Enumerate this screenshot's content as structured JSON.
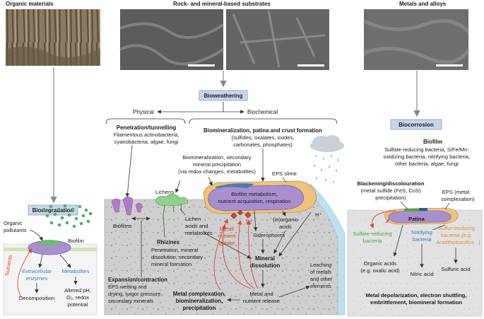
{
  "headers": {
    "organic": "Organic materials",
    "rock": "Rock- and mineral-based substrates",
    "metals": "Metals and alloys"
  },
  "boxes": {
    "bioweathering": "Bioweathering",
    "biodegradation": "Biodegradation",
    "biocorrosion": "Biocorrosion"
  },
  "branches": {
    "physical": "Physical",
    "biochemical": "Biochemical"
  },
  "physical_block": {
    "title": "Penetration/tunnelling",
    "lines": [
      "Filamentous actinobacteria,",
      "cyanobacteria, algae, fungi"
    ]
  },
  "biochem_block": {
    "title": "Biomineralization, patina and crust formation",
    "lines": [
      "(sulfides, oxalates, oxides,",
      "carbonates, phosphates)"
    ]
  },
  "secondary_block": {
    "lines": [
      "Biomineralization, secondary",
      "mineral precipitation",
      "(via redox changes, metabolites)"
    ]
  },
  "organic_panel": {
    "pollutants": [
      "Organic",
      "pollutants"
    ],
    "biofilm": "Biofilm",
    "nutrients": "Nutrients",
    "enzymes": [
      "Extracellular",
      "enzymes"
    ],
    "metabolites": "Metabolites",
    "decomposition": "Decomposition",
    "altered": [
      "Altered pH,",
      "O₂, redox",
      "potential"
    ]
  },
  "rock_panel": {
    "lichens": "Lichens",
    "biofilms": "Biofilms",
    "lichen_acids": [
      "Lichen",
      "acids and",
      "metabolites"
    ],
    "rhizines": "Rhizines",
    "rhizines_desc": [
      "Penetration, mineral",
      "dissolution, secondary",
      "mineral formation"
    ],
    "expansion_title": "Expansion/contraction",
    "expansion_desc": [
      "EPS wetting and",
      "drying, turgor pressure,",
      "secondary minerals"
    ],
    "metabolism": [
      "Biofilm metabolism,",
      "nutrient acquisition, respiration"
    ],
    "eps_slime": "EPS slime",
    "metal_uptake": [
      "Metal/",
      "nutrient",
      "uptake"
    ],
    "fe": "Fe",
    "siderophores": "Siderophores",
    "inorganic_acids": [
      "(in)organic",
      "acids"
    ],
    "h_plus": "H⁺",
    "mineral_dissolution": [
      "Mineral",
      "dissolution"
    ],
    "metal_release": [
      "Metal and",
      "nutrient release"
    ],
    "complexation": [
      "Metal complexation,",
      "biomineralization,",
      "precipitation"
    ],
    "leaching": [
      "Leaching",
      "of metals",
      "and other",
      "elements"
    ]
  },
  "metal_panel": {
    "biofilm_title": "Biofilm",
    "biofilm_desc": [
      "Sulfate-reducing bacteria, S/Fe/Mn-",
      "oxidizing bacteria, nitrifying bacteria,",
      "other bacteria, algae, fungi"
    ],
    "blackening": [
      "Blackening/discolouration",
      "(metal sulfide (FeS, CuS)",
      "precipitation)"
    ],
    "eps": [
      "EPS (metal",
      "complexation)"
    ],
    "patina": "Patina",
    "srb": [
      "Sulfate-reducing",
      "bacteria"
    ],
    "nitrifying": [
      "Nitrifying",
      "bacteria"
    ],
    "sox": [
      "Sulfur-oxidizing",
      "bacteria (e.g."
    ],
    "acidithiobacillus": "Acidithiobacillus",
    "sox_close": ")",
    "organic_acids": [
      "Organic acids",
      "(e.g. oxalic acid)"
    ],
    "nitric": "Nitric acid",
    "sulfuric": "Sulfuric acid",
    "depolarization": [
      "Metal depolarization, electron shuttling,",
      "embrittlement, biomineral formation"
    ]
  },
  "colors": {
    "box_blue": "#c9d7ec",
    "biofilm_purple": "#a98fd0",
    "eps_orange": "#f0c27a",
    "substrate_grey": "#cfcfcf",
    "soil_green": "#cfe3b5",
    "red_arrow": "#e0412b",
    "green_text": "#4aa84a",
    "blue_text": "#3a7cc0",
    "orange_text": "#e08a2a"
  }
}
